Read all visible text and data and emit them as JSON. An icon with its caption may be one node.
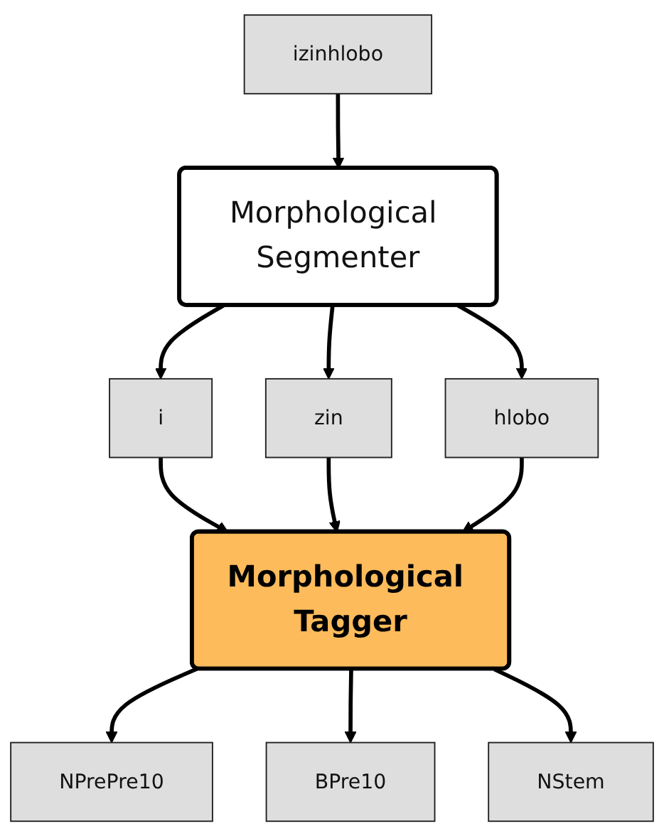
{
  "diagram": {
    "nodes": [
      {
        "text": [
          "izinhlobo"
        ]
      },
      {
        "text": [
          "Morphological Segmenter"
        ]
      },
      {
        "text": [
          "i"
        ]
      },
      {
        "text": [
          "zin"
        ]
      },
      {
        "text": [
          "hlobo"
        ]
      },
      {
        "text": [
          "Morphological Tagger"
        ]
      },
      {
        "text": [
          "NPrePre10"
        ]
      },
      {
        "text": [
          "BPre10"
        ]
      },
      {
        "text": [
          "NStem"
        ]
      }
    ],
    "edges": [
      {
        "from": 0,
        "to": 1,
        "arrow": "to"
      },
      {
        "from": 1,
        "to": 2,
        "arrow": "to"
      },
      {
        "from": 1,
        "to": 3,
        "arrow": "to"
      },
      {
        "from": 1,
        "to": 4,
        "arrow": "to"
      },
      {
        "from": 2,
        "to": 5,
        "arrow": "to"
      },
      {
        "from": 3,
        "to": 5,
        "arrow": "to"
      },
      {
        "from": 4,
        "to": 5,
        "arrow": "to"
      },
      {
        "from": 5,
        "to": 6,
        "arrow": "to"
      },
      {
        "from": 5,
        "to": 7,
        "arrow": "to"
      },
      {
        "from": 5,
        "to": 8,
        "arrow": "to"
      }
    ]
  }
}
